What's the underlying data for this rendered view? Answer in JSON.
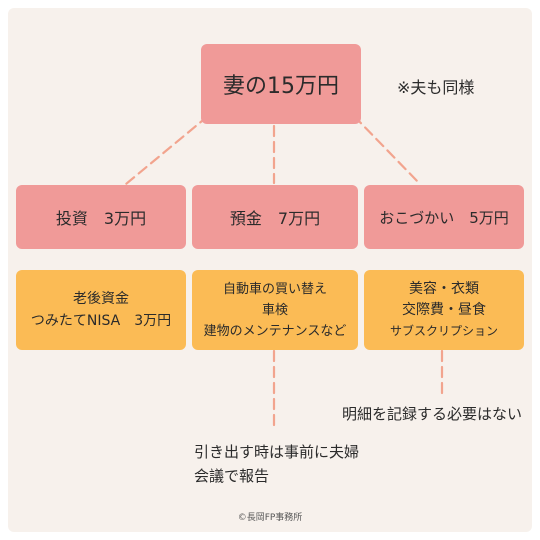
{
  "root": {
    "label": "妻の15万円"
  },
  "note_husband": "※夫も同様",
  "categories": [
    {
      "name": "投資",
      "amount": "3万円"
    },
    {
      "name": "預金",
      "amount": "7万円"
    },
    {
      "name": "おこづかい",
      "amount": "5万円"
    }
  ],
  "details": [
    {
      "lines": [
        "老後資金",
        "つみたてNISA　3万円"
      ]
    },
    {
      "lines": [
        "自動車の買い替え",
        "車検",
        "建物のメンテナンスなど"
      ]
    },
    {
      "lines": [
        "美容・衣類",
        "交際費・昼食",
        "サブスクリプション"
      ]
    }
  ],
  "note_unnecessary": "明細を記録する必要はない",
  "note_consult": [
    "引き出す時は事前に夫婦",
    "会議で報告"
  ],
  "credit": "©長岡FP事務所",
  "colors": {
    "background": "#f7f1ec",
    "pink_box": "#f09a98",
    "orange_box": "#fbbb55",
    "connector": "#f2a48e"
  }
}
